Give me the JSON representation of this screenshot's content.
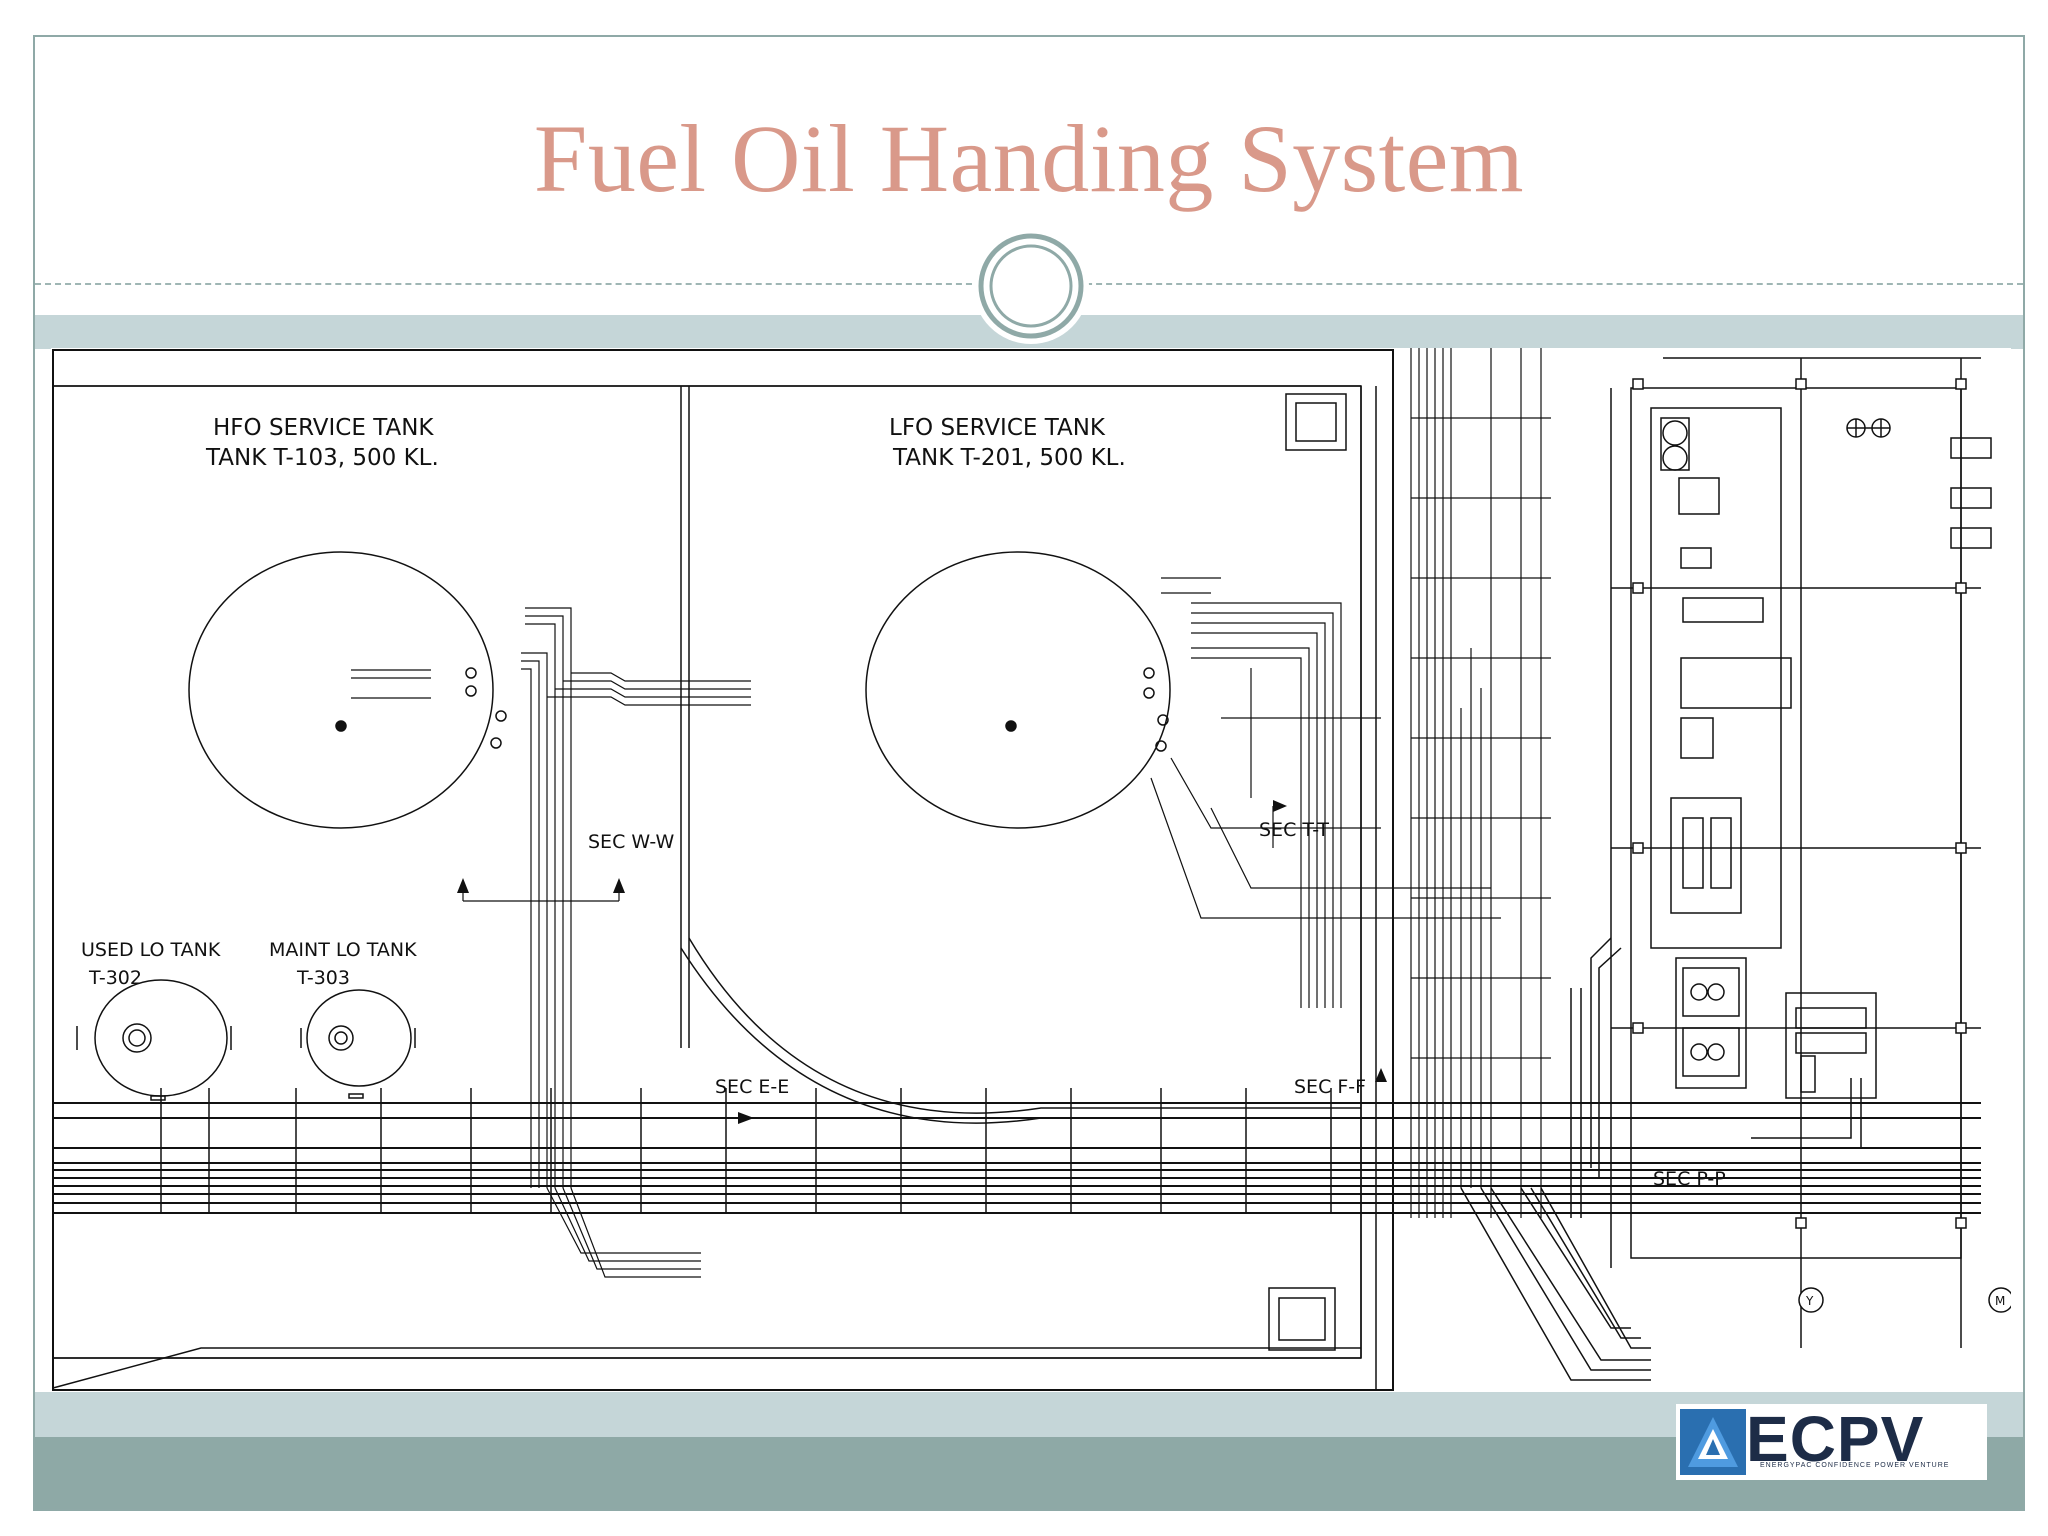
{
  "slide": {
    "title": "Fuel Oil Handing System",
    "colors": {
      "title": "#d9998a",
      "band_light": "#c5d6d8",
      "band_dark": "#8ea9a6",
      "rule": "#9fb6b4"
    }
  },
  "drawing": {
    "hfo_tank": {
      "name": "HFO SERVICE TANK",
      "spec": "TANK T-103, 500 KL."
    },
    "lfo_tank": {
      "name": "LFO SERVICE TANK",
      "spec": "TANK T-201, 500 KL."
    },
    "used_lo_tank": {
      "name": "USED LO TANK",
      "tag": "T-302"
    },
    "maint_lo_tank": {
      "name": "MAINT LO TANK",
      "tag": "T-303"
    },
    "sections": {
      "w_w": "SEC W-W",
      "t_t": "SEC T-T",
      "e_e": "SEC E-E",
      "f_f": "SEC F-F",
      "p_p": "SEC P-P"
    },
    "grid_markers": [
      "Y",
      "M"
    ]
  },
  "logo": {
    "text": "ECPV",
    "tagline": "ENERGYPAC CONFIDENCE POWER VENTURE"
  }
}
